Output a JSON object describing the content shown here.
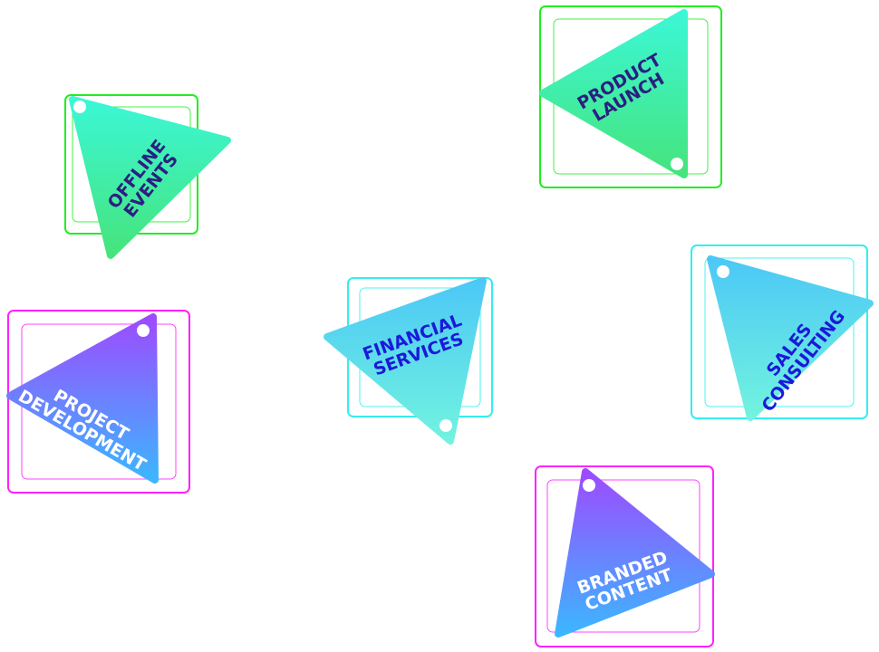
{
  "tags": [
    {
      "line1": "OFFLINE",
      "line2": "EVENTS",
      "frame_color": "#22ee22",
      "text_color": "#2b1f80",
      "gradient": [
        "#3cf7d6",
        "#45e47c"
      ]
    },
    {
      "line1": "PRODUCT",
      "line2": "LAUNCH",
      "frame_color": "#22ee22",
      "text_color": "#2b1f80",
      "gradient": [
        "#3cf7d6",
        "#45e47c"
      ]
    },
    {
      "line1": "FINANCIAL",
      "line2": "SERVICES",
      "frame_color": "#33eeee",
      "text_color": "#1a1ad8",
      "gradient": [
        "#4cc8f6",
        "#72f3df"
      ]
    },
    {
      "line1": "SALES",
      "line2": "CONSULTING",
      "frame_color": "#33eeee",
      "text_color": "#1a1ad8",
      "gradient": [
        "#4cc8f6",
        "#72f3df"
      ]
    },
    {
      "line1": "PROJECT",
      "line2": "DEVELOPMENT",
      "frame_color": "#ff22ff",
      "text_color": "#ffffff",
      "gradient": [
        "#9d4bff",
        "#3cb6ff"
      ]
    },
    {
      "line1": "BRANDED",
      "line2": "CONTENT",
      "frame_color": "#ff22ff",
      "text_color": "#ffffff",
      "gradient": [
        "#9d4bff",
        "#3cb6ff"
      ]
    }
  ]
}
